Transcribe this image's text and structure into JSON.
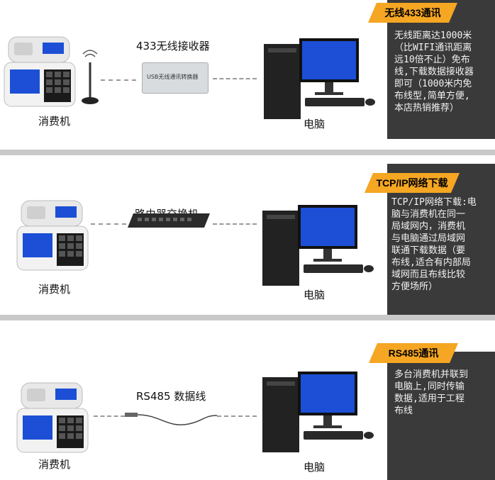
{
  "sections": [
    {
      "tag": "无线433通讯",
      "description": "无线距离达1000米\n（比WIFI通讯距离\n远10倍不止）免布\n线,下载数据接收器\n即可（1000米内免\n布线型,简单方便,\n本店热销推荐）",
      "device_label": "消费机",
      "middle_label": "433无线接收器",
      "pc_label": "电脑",
      "device_text": "USB无线通讯转换器"
    },
    {
      "tag": "TCP/IP网络下载",
      "description": "TCP/IP网络下载:电\n脑与消费机在同一\n局域网内，消费机\n与电脑通过局域网\n联通下载数据（要\n布线,适合有内部局\n域网而且布线比较\n方便场所）",
      "device_label": "消费机",
      "middle_label": "路由器交换机",
      "pc_label": "电脑"
    },
    {
      "tag": "RS485通讯",
      "description": "多台消费机并联到\n电脑上,同时传输\n数据,适用于工程\n布线",
      "device_label": "消费机",
      "middle_label": "RS485 数据线",
      "pc_label": "电脑"
    }
  ],
  "colors": {
    "accent": "#f5a623",
    "sidebar": "#3a3a3a",
    "screen": "#1c4fd6"
  }
}
